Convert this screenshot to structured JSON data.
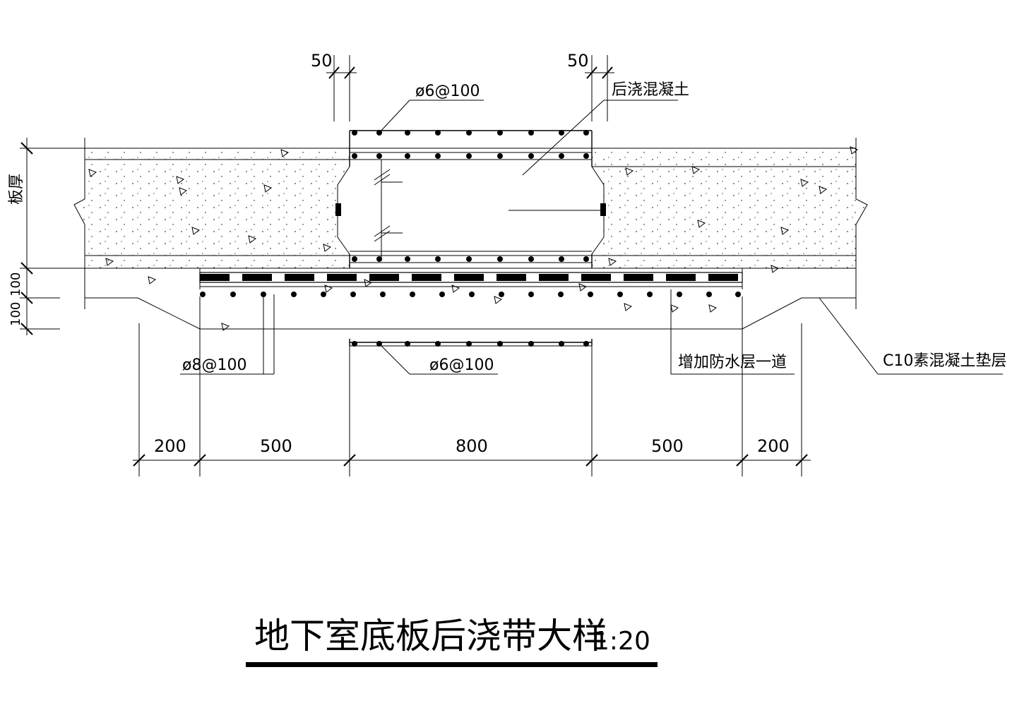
{
  "title": {
    "text": "地下室底板后浇带大样",
    "scale": "1:20"
  },
  "labels": {
    "post_pour_concrete": "后浇混凝土",
    "top_rebar": "ø6@100",
    "bottom_rebar": "ø6@100",
    "bottom_slab_rebar": "ø8@100",
    "waterproof": "增加防水层一道",
    "cushion": "C10素混凝土垫层",
    "slab_thickness": "板厚"
  },
  "dimensions": {
    "top_left_gap": "50",
    "top_right_gap": "50",
    "left_vert_1": "100",
    "left_vert_2": "100",
    "bottom": [
      "200",
      "500",
      "800",
      "500",
      "200"
    ]
  }
}
